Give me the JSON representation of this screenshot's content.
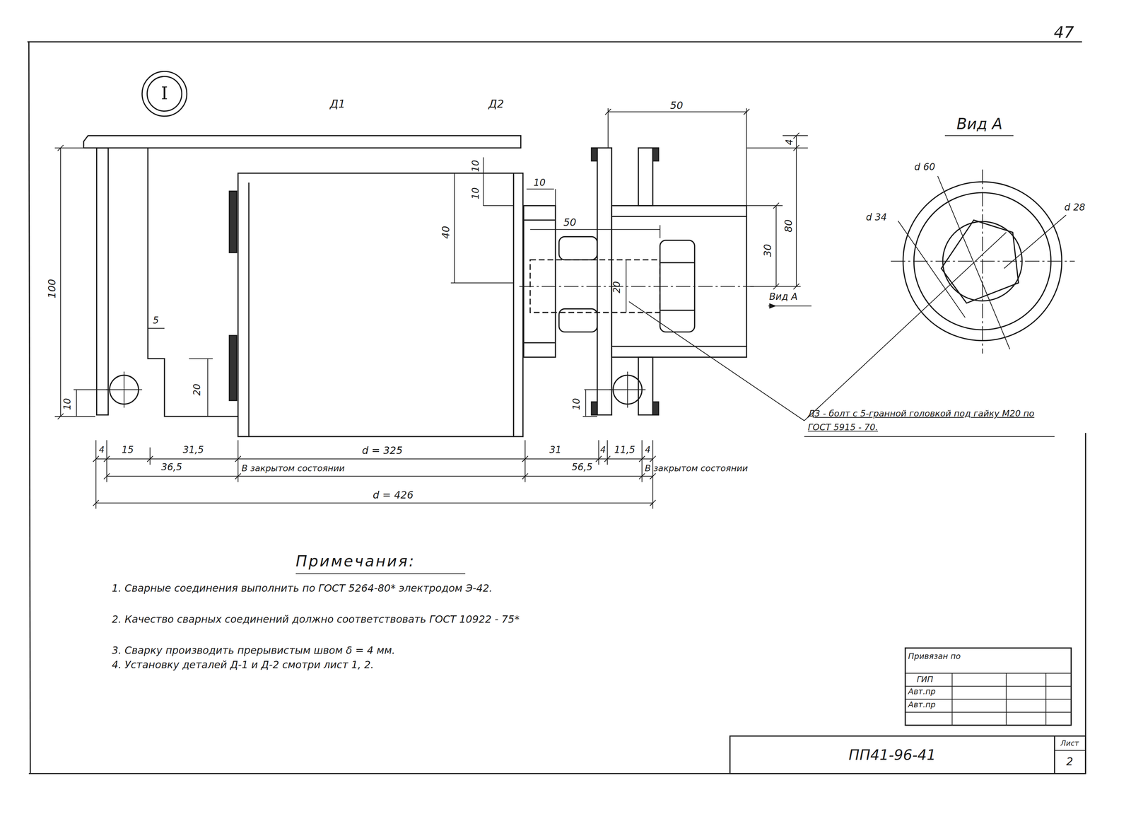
{
  "diagram": {
    "nodes": [
      {
        "text": [
          "I"
        ]
      },
      {
        "text": [
          "Привязан по",
          "ГИП",
          "Авт.пр",
          "Авт.пр"
        ]
      },
      {
        "text": [
          "ПП41-96-41"
        ]
      },
      {
        "text": [
          "Лист",
          "2"
        ]
      }
    ],
    "labels": [
      "47",
      "Д1",
      "Д2",
      "50",
      "4",
      "10",
      "10",
      "10",
      "40",
      "50",
      "20",
      "80",
      "30",
      "Вид А",
      "100",
      "5",
      "20",
      "10",
      "10",
      "4",
      "15",
      "31,5",
      "d = 325",
      "31",
      "4",
      "11,5",
      "4",
      "36,5",
      "В закрытом состоянии",
      "56,5",
      "В закрытом состоянии",
      "d = 426",
      "Вид А",
      "d 60",
      "d 34",
      "d 28",
      "Д3 - болт с 5-гранной головкой под гайку М20 по ГОСТ 5915 - 70.",
      "Примечания:",
      "1. Сварные соединения выполнить по ГОСТ 5264-80* электродом Э-42.",
      "2. Качество сварных соединений должно соответствовать ГОСТ 10922 - 75*",
      "3. Сварку производить прерывистым швом δ = 4 мм.",
      "4. Установку деталей Д-1 и Д-2 смотри лист 1, 2."
    ]
  }
}
